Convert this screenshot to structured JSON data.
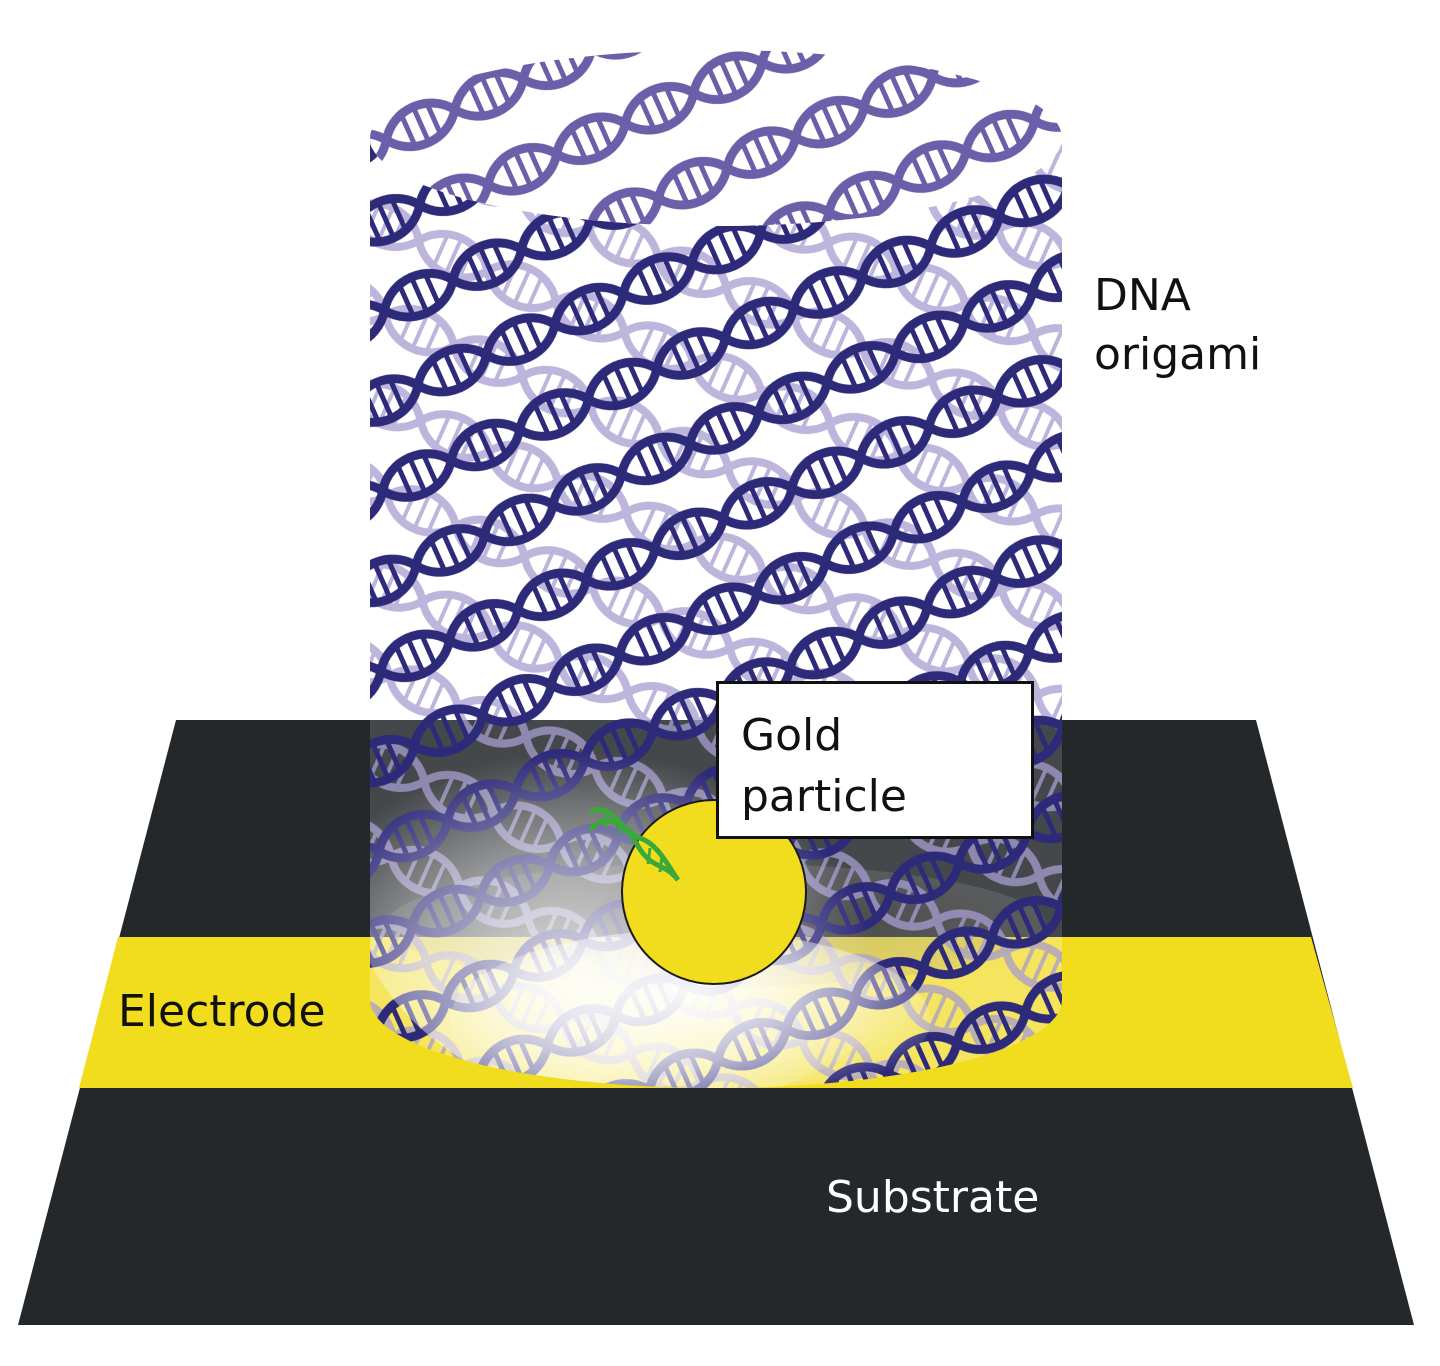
{
  "labels": {
    "dna_origami": [
      "DNA",
      "origami"
    ],
    "gold_particle": [
      "Gold",
      "particle"
    ],
    "electrode": "Electrode",
    "substrate": "Substrate"
  },
  "colors": {
    "substrate": "#25282b",
    "electrode": "#f2dc1e",
    "gold_particle": "#f2dc1e",
    "dna_strand": "#2e2a7a",
    "dna_strand_back": "#a79cd0",
    "linker_dna": "#3aa83a",
    "background": "#ffffff"
  }
}
